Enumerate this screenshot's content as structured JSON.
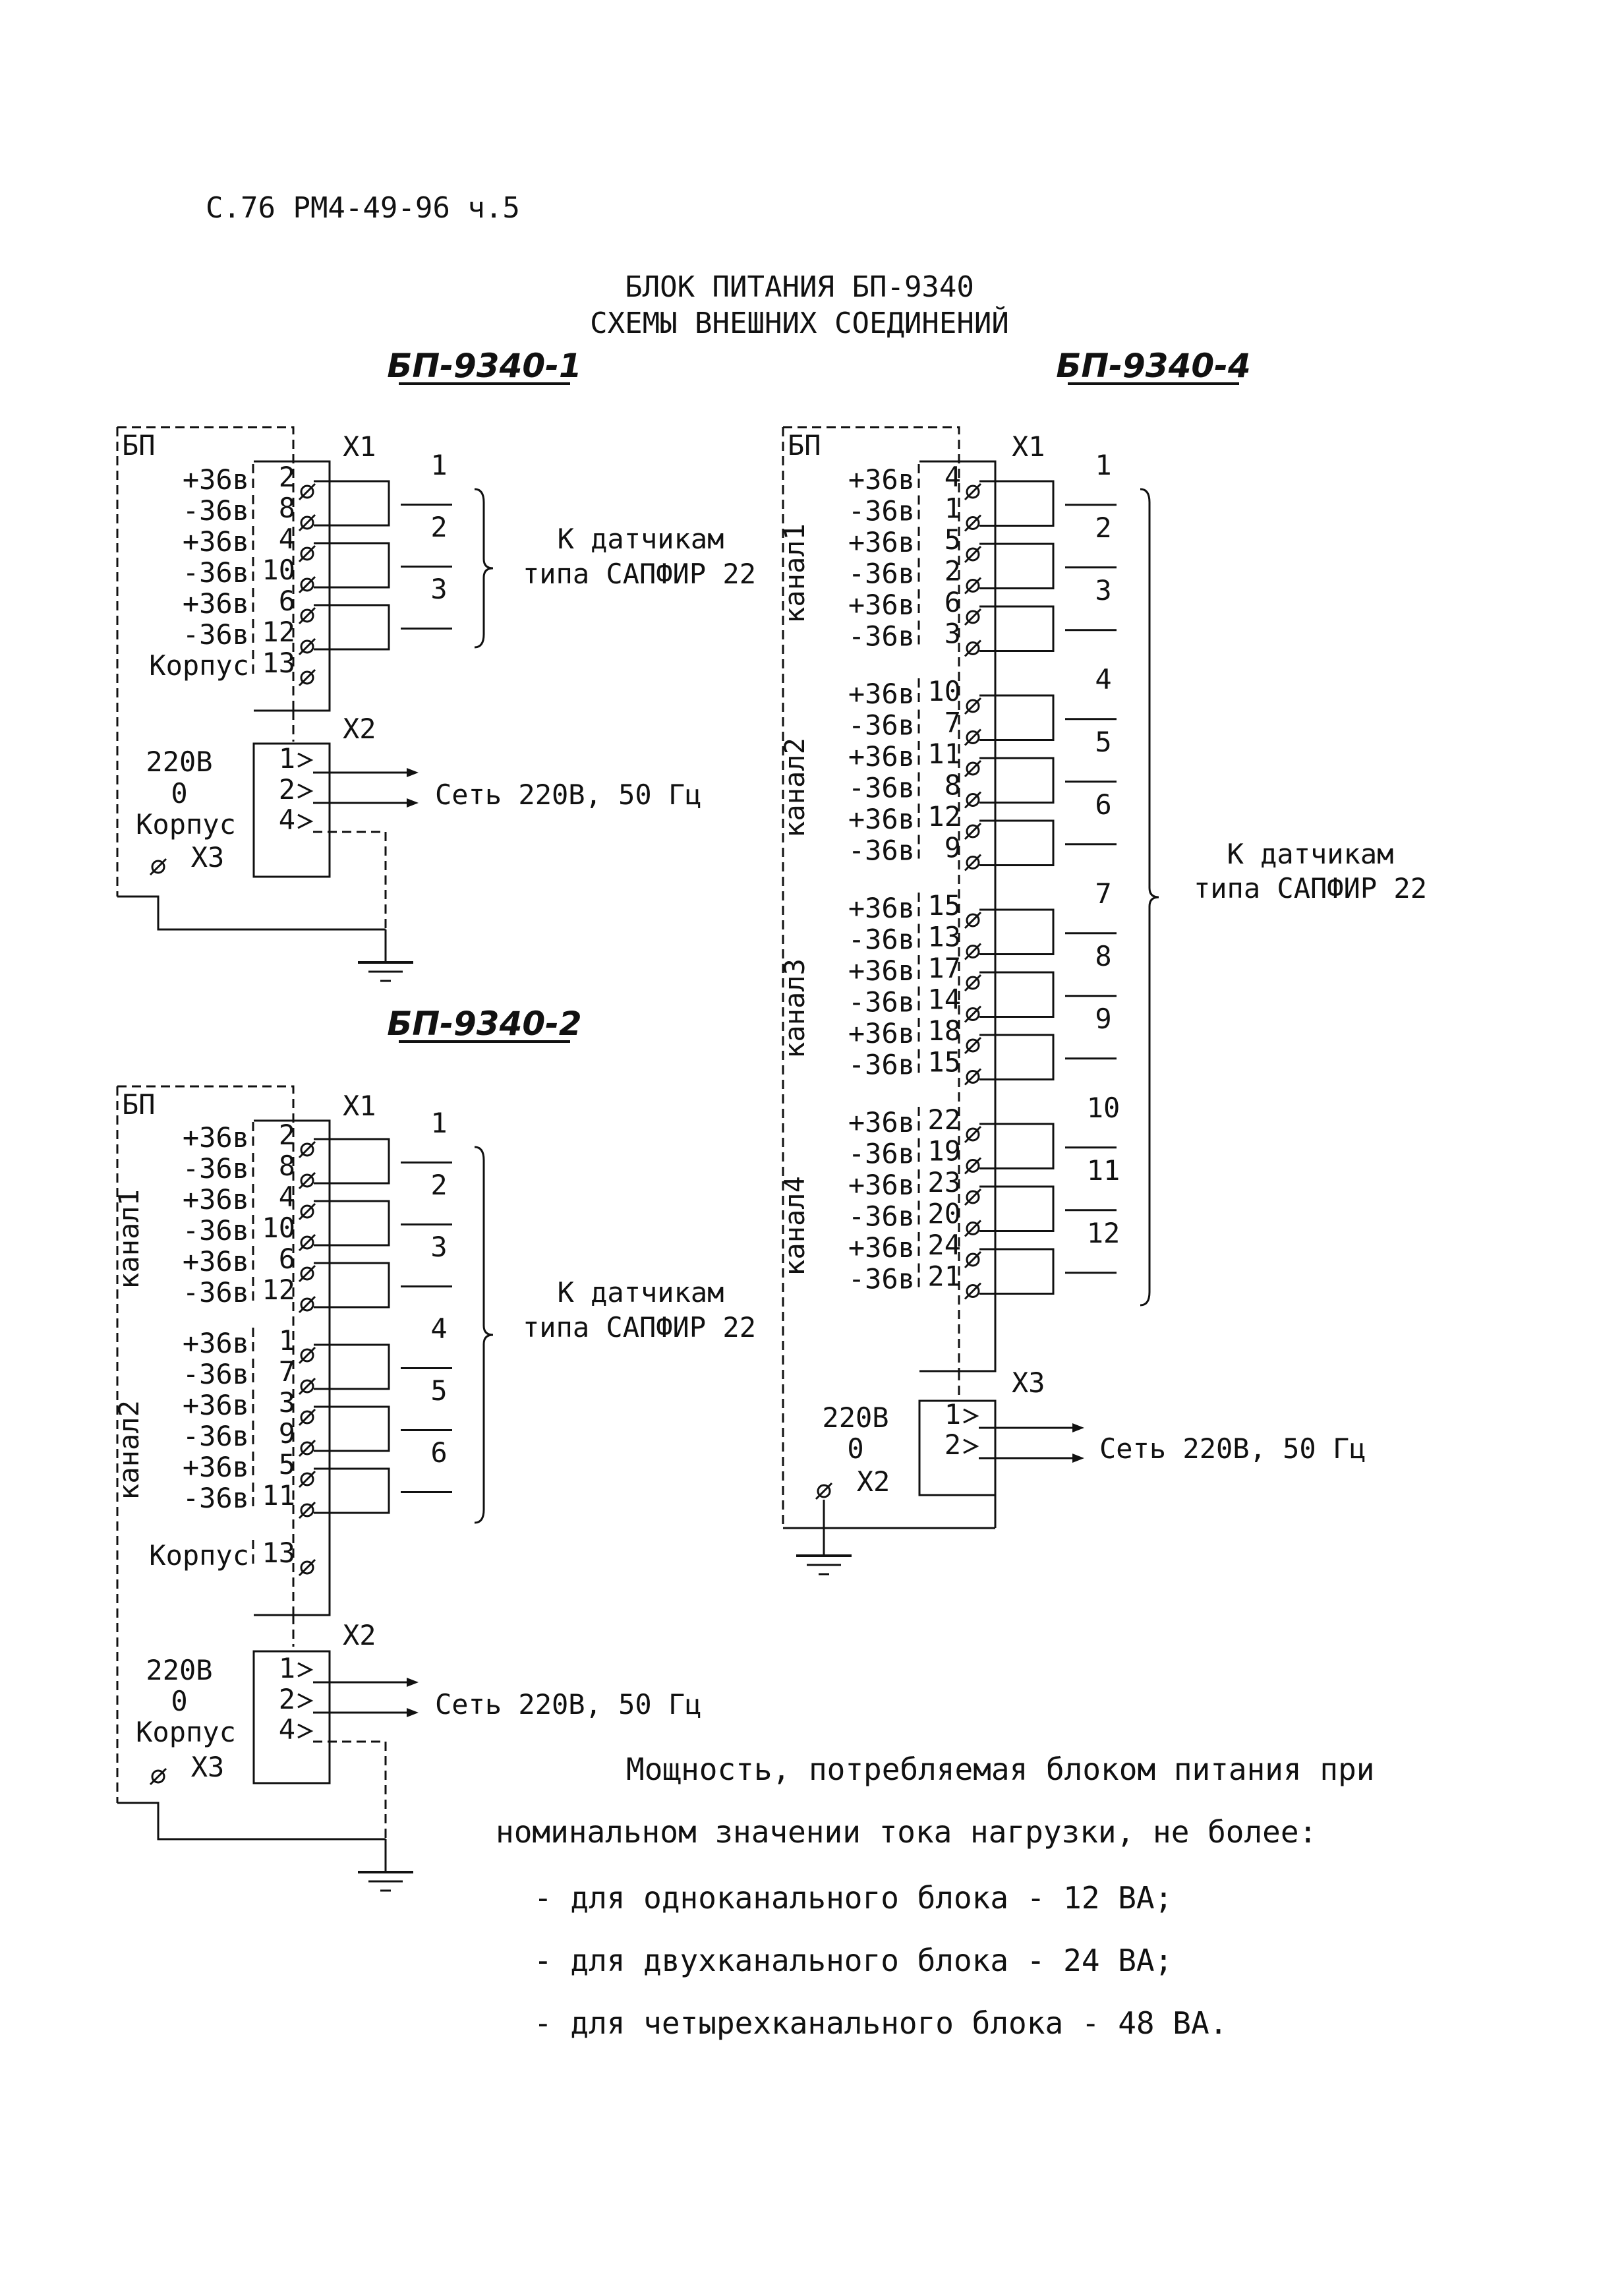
{
  "header": {
    "ref": "С.76 РМ4-49-96 ч.5"
  },
  "title": {
    "line1": "БЛОК ПИТАНИЯ БП-9340",
    "line2": "СХЕМЫ ВНЕШНИХ СОЕДИНЕНИЙ"
  },
  "common": {
    "bp_label": "БП",
    "x1": "X1",
    "x2": "X2",
    "x3": "X3",
    "korpus": "Корпус",
    "v220": "220В",
    "zero": "0",
    "net": "Сеть 220В, 50 Гц",
    "sensors_line1": "К датчикам",
    "sensors_line2": "типа САПФИР 22",
    "pos": "+36в",
    "neg": "-36в",
    "ground_mark": "⌀"
  },
  "diagrams": {
    "d1": {
      "title": "БП-9340-1",
      "rows": [
        {
          "label": "+36в",
          "pin": "2"
        },
        {
          "label": "-36в",
          "pin": "8"
        },
        {
          "label": "+36в",
          "pin": "4"
        },
        {
          "label": "-36в",
          "pin": "10"
        },
        {
          "label": "+36в",
          "pin": "6"
        },
        {
          "label": "-36в",
          "pin": "12"
        },
        {
          "label": "Корпус",
          "pin": "13"
        }
      ],
      "outputs": [
        "1",
        "2",
        "3"
      ],
      "x2_pins": [
        "1",
        "2",
        "4"
      ]
    },
    "d2": {
      "title": "БП-9340-2",
      "channels": [
        "канал1",
        "канал2"
      ],
      "rows": [
        {
          "label": "+36в",
          "pin": "2"
        },
        {
          "label": "-36в",
          "pin": "8"
        },
        {
          "label": "+36в",
          "pin": "4"
        },
        {
          "label": "-36в",
          "pin": "10"
        },
        {
          "label": "+36в",
          "pin": "6"
        },
        {
          "label": "-36в",
          "pin": "12"
        },
        {
          "label": "+36в",
          "pin": "1"
        },
        {
          "label": "-36в",
          "pin": "7"
        },
        {
          "label": "+36в",
          "pin": "3"
        },
        {
          "label": "-36в",
          "pin": "9"
        },
        {
          "label": "+36в",
          "pin": "5"
        },
        {
          "label": "-36в",
          "pin": "11"
        },
        {
          "label": "Корпус",
          "pin": "13"
        }
      ],
      "outputs": [
        "1",
        "2",
        "3",
        "4",
        "5",
        "6"
      ],
      "x2_pins": [
        "1",
        "2",
        "4"
      ]
    },
    "d4": {
      "title": "БП-9340-4",
      "channels": [
        "канал1",
        "канал2",
        "канал3",
        "канал4"
      ],
      "rows": [
        {
          "label": "+36в",
          "pin": "4"
        },
        {
          "label": "-36в",
          "pin": "1"
        },
        {
          "label": "+36в",
          "pin": "5"
        },
        {
          "label": "-36в",
          "pin": "2"
        },
        {
          "label": "+36в",
          "pin": "6"
        },
        {
          "label": "-36в",
          "pin": "3"
        },
        {
          "label": "+36в",
          "pin": "10"
        },
        {
          "label": "-36в",
          "pin": "7"
        },
        {
          "label": "+36в",
          "pin": "11"
        },
        {
          "label": "-36в",
          "pin": "8"
        },
        {
          "label": "+36в",
          "pin": "12"
        },
        {
          "label": "-36в",
          "pin": "9"
        },
        {
          "label": "+36в",
          "pin": "15"
        },
        {
          "label": "-36в",
          "pin": "13"
        },
        {
          "label": "+36в",
          "pin": "17"
        },
        {
          "label": "-36в",
          "pin": "14"
        },
        {
          "label": "+36в",
          "pin": "18"
        },
        {
          "label": "-36в",
          "pin": "15"
        },
        {
          "label": "+36в",
          "pin": "22"
        },
        {
          "label": "-36в",
          "pin": "19"
        },
        {
          "label": "+36в",
          "pin": "23"
        },
        {
          "label": "-36в",
          "pin": "20"
        },
        {
          "label": "+36в",
          "pin": "24"
        },
        {
          "label": "-36в",
          "pin": "21"
        }
      ],
      "outputs": [
        "1",
        "2",
        "3",
        "4",
        "5",
        "6",
        "7",
        "8",
        "9",
        "10",
        "11",
        "12"
      ],
      "x3_pins": [
        "1",
        "2"
      ]
    }
  },
  "notes": {
    "line1": "Мощность, потребляемая блоком питания при",
    "line2": "номинальном значении тока нагрузки, не более:",
    "items": [
      "- для одноканального блока - 12 ВА;",
      "- для двухканального блока - 24 ВА;",
      "- для четырехканального блока - 48 ВА."
    ]
  }
}
